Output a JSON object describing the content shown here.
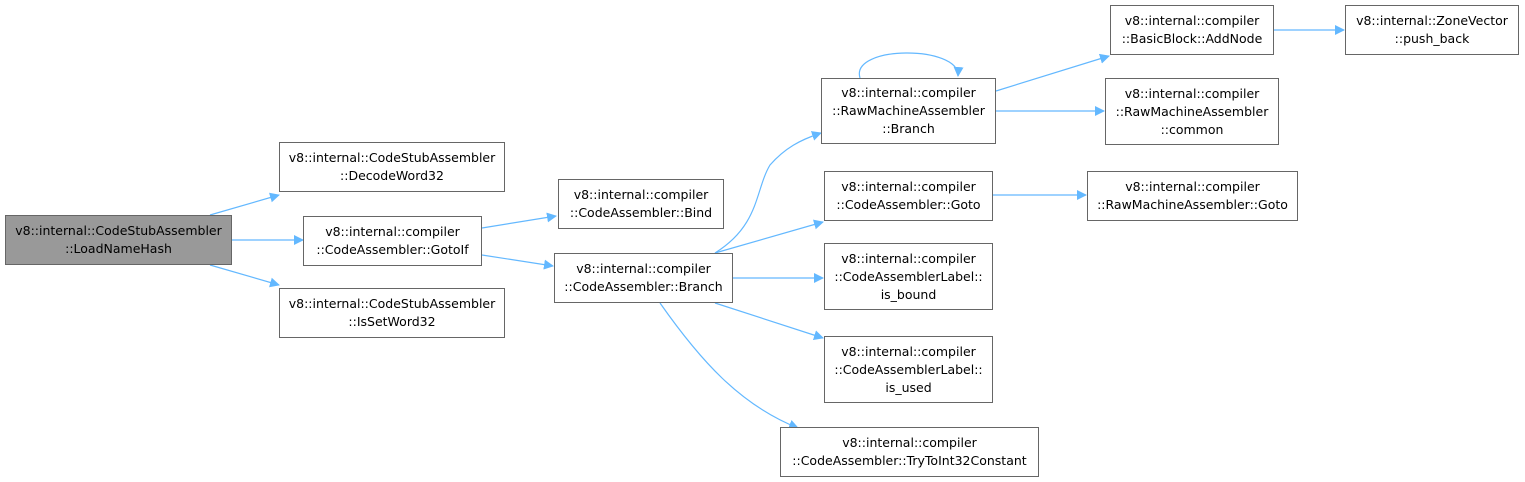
{
  "colors": {
    "edge": "#63b8ff",
    "border": "#666666",
    "root_fill": "#999999",
    "node_fill": "#ffffff"
  },
  "nodes": [
    {
      "id": "loadnamehash",
      "lines": [
        "v8::internal::CodeStubAssembler",
        "::LoadNameHash"
      ],
      "root": true
    },
    {
      "id": "decodeword32",
      "lines": [
        "v8::internal::CodeStubAssembler",
        "::DecodeWord32"
      ]
    },
    {
      "id": "gotoif",
      "lines": [
        "v8::internal::compiler",
        "::CodeAssembler::GotoIf"
      ]
    },
    {
      "id": "issetword32",
      "lines": [
        "v8::internal::CodeStubAssembler",
        "::IsSetWord32"
      ]
    },
    {
      "id": "bind",
      "lines": [
        "v8::internal::compiler",
        "::CodeAssembler::Bind"
      ]
    },
    {
      "id": "ca-branch",
      "lines": [
        "v8::internal::compiler",
        "::CodeAssembler::Branch"
      ]
    },
    {
      "id": "rma-branch",
      "lines": [
        "v8::internal::compiler",
        "::RawMachineAssembler",
        "::Branch"
      ]
    },
    {
      "id": "ca-goto",
      "lines": [
        "v8::internal::compiler",
        "::CodeAssembler::Goto"
      ]
    },
    {
      "id": "is-bound",
      "lines": [
        "v8::internal::compiler",
        "::CodeAssemblerLabel::",
        "is_bound"
      ]
    },
    {
      "id": "is-used",
      "lines": [
        "v8::internal::compiler",
        "::CodeAssemblerLabel::",
        "is_used"
      ]
    },
    {
      "id": "trytoint32",
      "lines": [
        "v8::internal::compiler",
        "::CodeAssembler::TryToInt32Constant"
      ]
    },
    {
      "id": "addnode",
      "lines": [
        "v8::internal::compiler",
        "::BasicBlock::AddNode"
      ]
    },
    {
      "id": "common",
      "lines": [
        "v8::internal::compiler",
        "::RawMachineAssembler",
        "::common"
      ]
    },
    {
      "id": "rma-goto",
      "lines": [
        "v8::internal::compiler",
        "::RawMachineAssembler::Goto"
      ]
    },
    {
      "id": "push-back",
      "lines": [
        "v8::internal::ZoneVector",
        "::push_back"
      ]
    }
  ],
  "edges": [
    [
      "loadnamehash",
      "decodeword32"
    ],
    [
      "loadnamehash",
      "gotoif"
    ],
    [
      "loadnamehash",
      "issetword32"
    ],
    [
      "gotoif",
      "bind"
    ],
    [
      "gotoif",
      "ca-branch"
    ],
    [
      "ca-branch",
      "rma-branch"
    ],
    [
      "ca-branch",
      "ca-goto"
    ],
    [
      "ca-branch",
      "is-bound"
    ],
    [
      "ca-branch",
      "is-used"
    ],
    [
      "ca-branch",
      "trytoint32"
    ],
    [
      "rma-branch",
      "rma-branch"
    ],
    [
      "rma-branch",
      "addnode"
    ],
    [
      "rma-branch",
      "common"
    ],
    [
      "ca-goto",
      "rma-goto"
    ],
    [
      "addnode",
      "push-back"
    ]
  ]
}
